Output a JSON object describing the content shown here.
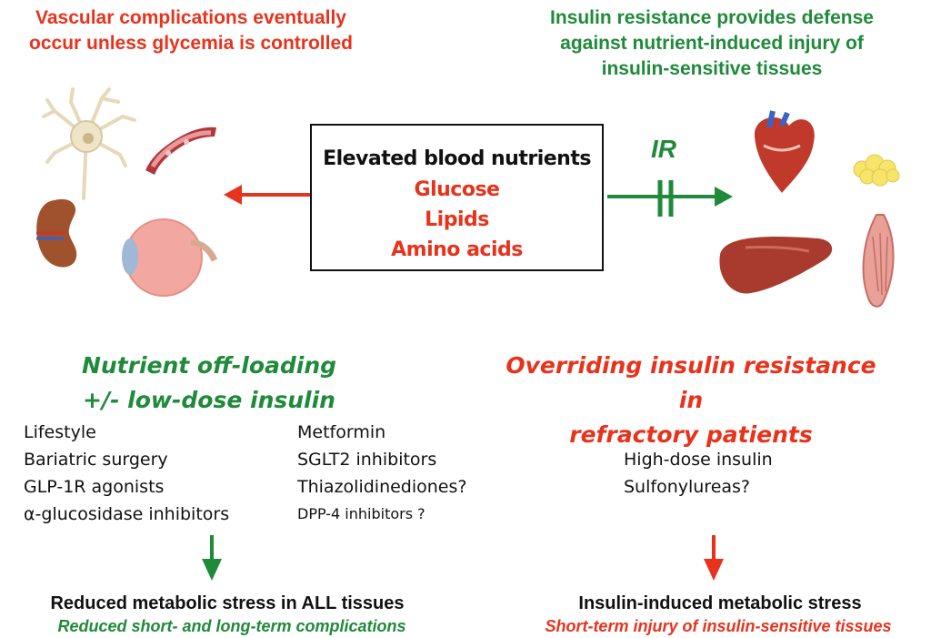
{
  "header_left": {
    "line1": "Vascular complications eventually",
    "line2": "occur unless glycemia is controlled"
  },
  "header_right": {
    "line1": "Insulin resistance provides defense",
    "line2": "against nutrient-induced injury of",
    "line3": "insulin-sensitive tissues"
  },
  "center_box": {
    "title": "Elevated blood nutrients",
    "items": [
      "Glucose",
      "Lipids",
      "Amino acids"
    ]
  },
  "ir_label": "IR",
  "left_section": {
    "heading1": "Nutrient off-loading",
    "heading2": "+/- low-dose insulin",
    "col1": [
      "Lifestyle",
      "Bariatric surgery",
      "GLP-1R agonists",
      "α-glucosidase inhibitors"
    ],
    "col2": [
      "Metformin",
      "SGLT2 inhibitors",
      "Thiazolidinediones?",
      "DPP-4 inhibitors ?"
    ],
    "outcome": "Reduced metabolic stress in ALL tissues",
    "outcome_sub": "Reduced short- and long-term complications"
  },
  "right_section": {
    "heading1": "Overriding insulin resistance in",
    "heading2": "refractory patients",
    "items": [
      "High-dose insulin",
      "Sulfonylureas?"
    ],
    "outcome": "Insulin-induced metabolic stress",
    "outcome_sub": "Short-term injury of insulin-sensitive tissues"
  },
  "colors": {
    "red": "#e8331c",
    "green": "#1f8a3a",
    "black": "#111111"
  },
  "icons": [
    "neuron-icon",
    "blood-vessel-icon",
    "kidney-icon",
    "eye-icon",
    "heart-icon",
    "adipose-tissue-icon",
    "liver-icon",
    "muscle-icon"
  ]
}
